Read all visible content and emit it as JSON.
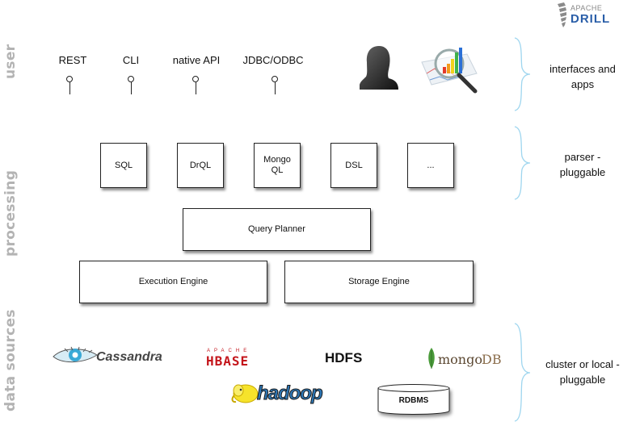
{
  "logo": {
    "top": "APACHE",
    "bottom": "DRILL"
  },
  "layers": {
    "user": "user",
    "processing": "processing",
    "data_sources": "data sources"
  },
  "interfaces": [
    "REST",
    "CLI",
    "native API",
    "JDBC/ODBC"
  ],
  "apps": [
    {
      "icon": "user-silhouette-icon"
    },
    {
      "icon": "chart-magnifier-icon"
    }
  ],
  "parsers": [
    {
      "label": "SQL"
    },
    {
      "label": "DrQL"
    },
    {
      "label_line1": "Mongo",
      "label_line2": "QL"
    },
    {
      "label": "DSL"
    },
    {
      "label": "..."
    }
  ],
  "engine": {
    "query_planner": "Query Planner",
    "execution_engine": "Execution Engine",
    "storage_engine": "Storage Engine"
  },
  "data_sources": {
    "cassandra": "Cassandra",
    "hbase_top": "APACHE",
    "hbase": "HBASE",
    "hdfs": "HDFS",
    "mongodb_a": "mongo",
    "mongodb_b": "DB",
    "hadoop": "hadoop",
    "rdbms": "RDBMS"
  },
  "side_labels": {
    "user": [
      "interfaces and",
      "apps"
    ],
    "processing": [
      "parser -",
      "pluggable"
    ],
    "data_sources": [
      "cluster or local -",
      "pluggable"
    ]
  },
  "colors": {
    "brace": "#9fd6ef",
    "layer_label": "#b3b3b3",
    "hbase_red": "#c4161c",
    "mongo_green": "#4a9b3a",
    "mongo_brown": "#8a6d4b",
    "cassandra_blue": "#3aa9d6",
    "hadoop_yellow": "#f6e32b",
    "hadoop_blue": "#2d77b6"
  }
}
